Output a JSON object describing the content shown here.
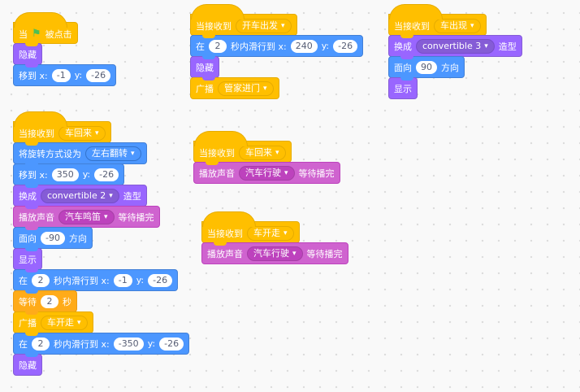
{
  "script1": {
    "when": "当",
    "clicked": "被点击",
    "hide": "隐藏",
    "goto": "移到 x:",
    "y": "y:",
    "x_val": "-1",
    "y_val": "-26"
  },
  "script2": {
    "when_receive": "当接收到",
    "event": "开车出发",
    "glide_in": "在",
    "secs": "2",
    "glide_text": "秒内滑行到 x:",
    "x_val": "240",
    "y": "y:",
    "y_val": "-26",
    "hide": "隐藏",
    "broadcast": "广播",
    "message": "管家进门"
  },
  "script3": {
    "when_receive": "当接收到",
    "event": "车出现",
    "switch": "换成",
    "costume": "convertible 3",
    "costume_suffix": "造型",
    "point": "面向",
    "dir": "90",
    "dir_suffix": "方向",
    "show": "显示"
  },
  "script4": {
    "when_receive": "当接收到",
    "event": "车回来",
    "rot": "将旋转方式设为",
    "rot_val": "左右翻转",
    "goto": "移到 x:",
    "x_val": "350",
    "y": "y:",
    "y_val": "-26",
    "switch": "换成",
    "costume": "convertible 2",
    "costume_suffix": "造型",
    "play": "播放声音",
    "sound": "汽车鸣笛",
    "until_done": "等待播完",
    "point": "面向",
    "dir": "-90",
    "dir_suffix": "方向",
    "show": "显示",
    "glide_in": "在",
    "secs1": "2",
    "glide_text": "秒内滑行到 x:",
    "gx1": "-1",
    "gy1": "-26",
    "wait": "等待",
    "wait_secs": "2",
    "wait_suffix": "秒",
    "broadcast": "广播",
    "message": "车开走",
    "secs2": "2",
    "gx2": "-350",
    "gy2": "-26",
    "hide": "隐藏"
  },
  "script5": {
    "when_receive": "当接收到",
    "event": "车回来",
    "play": "播放声音",
    "sound": "汽车行驶",
    "until_done": "等待播完"
  },
  "script6": {
    "when_receive": "当接收到",
    "event": "车开走",
    "play": "播放声音",
    "sound": "汽车行驶",
    "until_done": "等待播完"
  }
}
